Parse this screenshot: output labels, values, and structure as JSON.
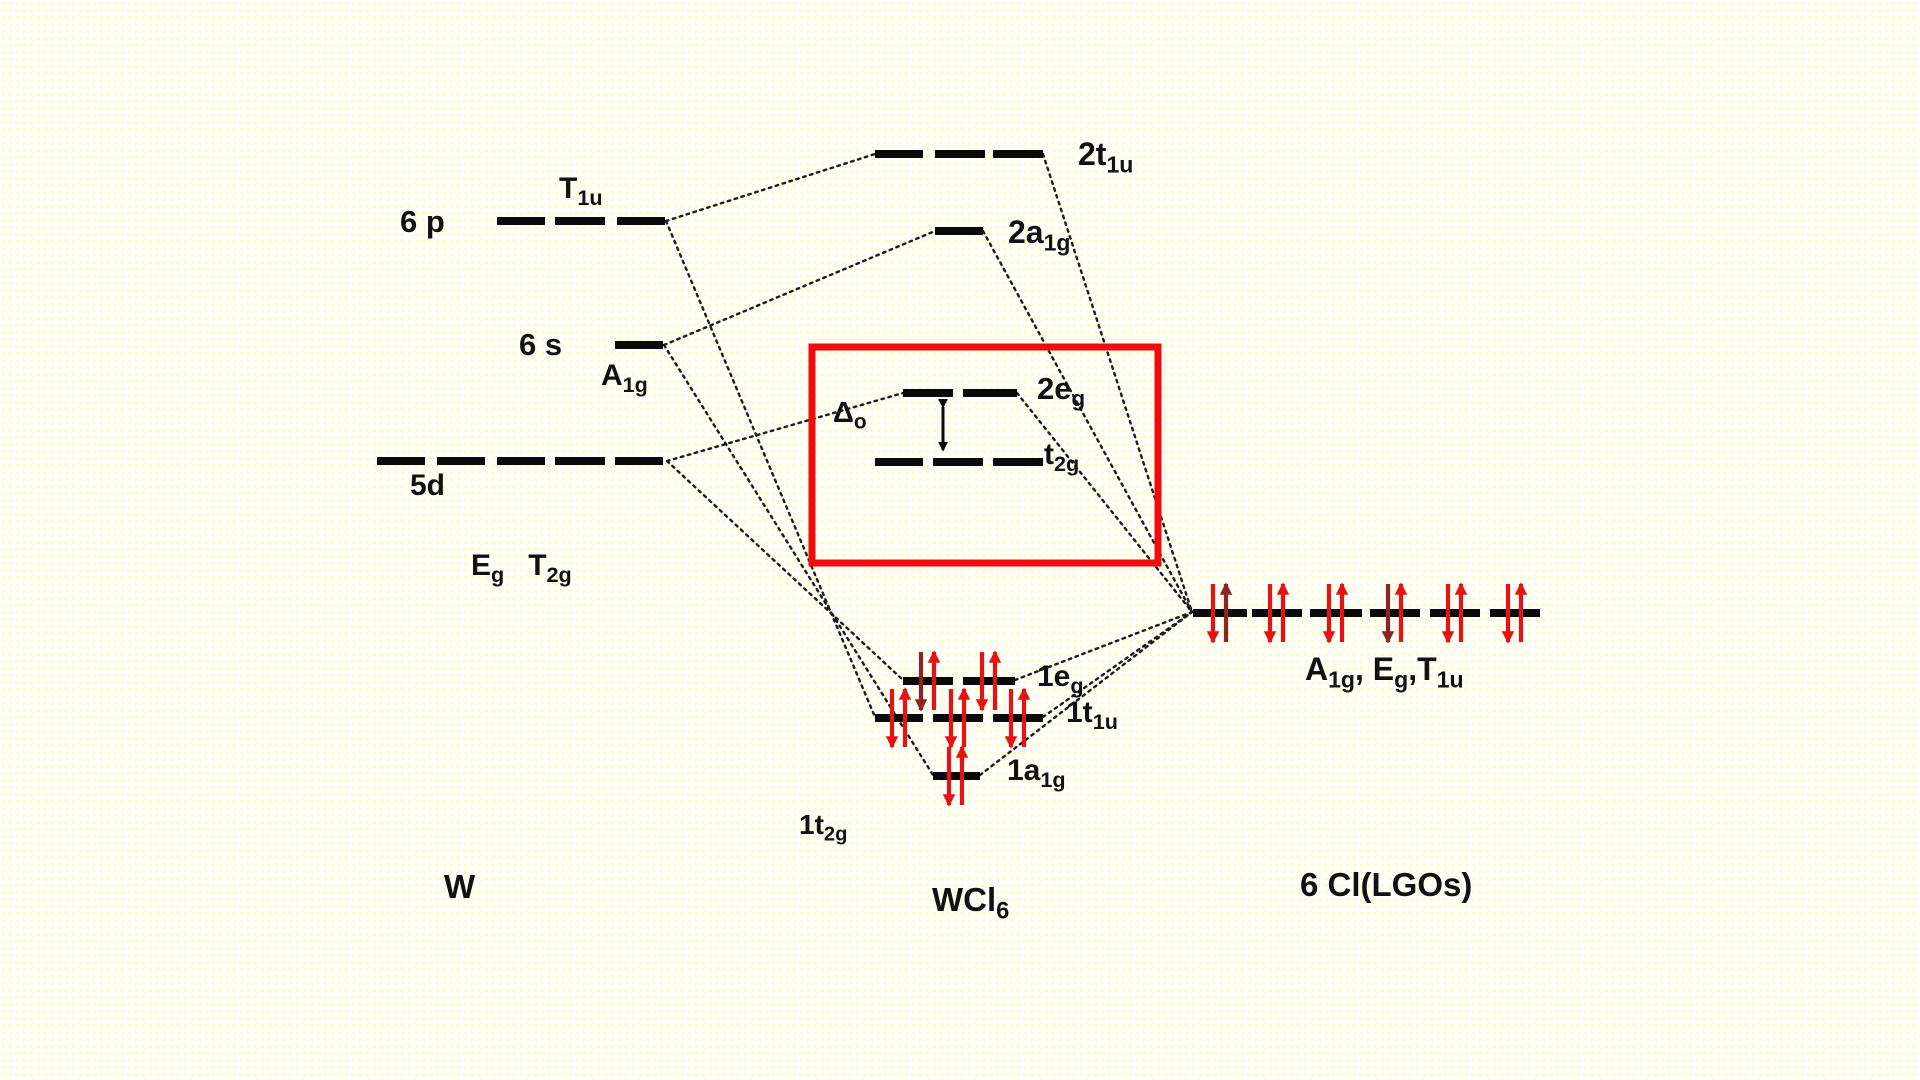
{
  "colors": {
    "level_line": "#0a0a0a",
    "dotted_line": "#1c1c1c",
    "highlight_box": "#ee0c0c",
    "arrow_red": "#e51414",
    "arrow_maroon": "#8e2323"
  },
  "columns": {
    "metal": {
      "footer_label": "W",
      "orbitals": [
        {
          "name": "6 p",
          "symmetry": {
            "main": "T",
            "sub": "1u"
          },
          "dashes": 3
        },
        {
          "name": "6 s",
          "symmetry": {
            "main": "A",
            "sub": "1g"
          },
          "dashes": 1
        },
        {
          "name": "5d",
          "symmetry_parts": [
            {
              "t": "E",
              "s": "g"
            },
            {
              "t": "T",
              "s": "2g"
            }
          ],
          "dashes": 5
        }
      ]
    },
    "molecule": {
      "footer_label": {
        "main": "WCl",
        "sub": "6"
      },
      "mo_levels": [
        {
          "label": {
            "main": "2t",
            "sub": "1u"
          },
          "dashes": 3,
          "electron_pairs": 0
        },
        {
          "label": {
            "main": "2a",
            "sub": "1g"
          },
          "dashes": 1,
          "electron_pairs": 0
        },
        {
          "label": {
            "main": "2e",
            "sub": "g"
          },
          "dashes": 2,
          "electron_pairs": 0
        },
        {
          "label": {
            "main": "t",
            "sub": "2g"
          },
          "dashes": 3,
          "electron_pairs": 0
        },
        {
          "label": {
            "main": "1e",
            "sub": "g"
          },
          "dashes": 2,
          "electron_pairs": 2
        },
        {
          "label": {
            "main": "1t",
            "sub": "1u"
          },
          "dashes": 3,
          "electron_pairs": 3
        },
        {
          "label": {
            "main": "1a",
            "sub": "1g"
          },
          "dashes": 1,
          "electron_pairs": 1
        },
        {
          "label": {
            "main": "1t",
            "sub": "2g"
          },
          "dashes": 0,
          "electron_pairs": 0
        }
      ],
      "splitting_label": {
        "main": "Δ",
        "sub": "o"
      }
    },
    "ligands": {
      "footer_label": "6 Cl(LGOs)",
      "symmetry_parts": [
        {
          "t": "A",
          "s": "1g"
        },
        {
          "t": ", E",
          "s": "g"
        },
        {
          "t": ",T",
          "s": "1u"
        }
      ],
      "dashes": 6,
      "electron_pairs": 6
    }
  }
}
